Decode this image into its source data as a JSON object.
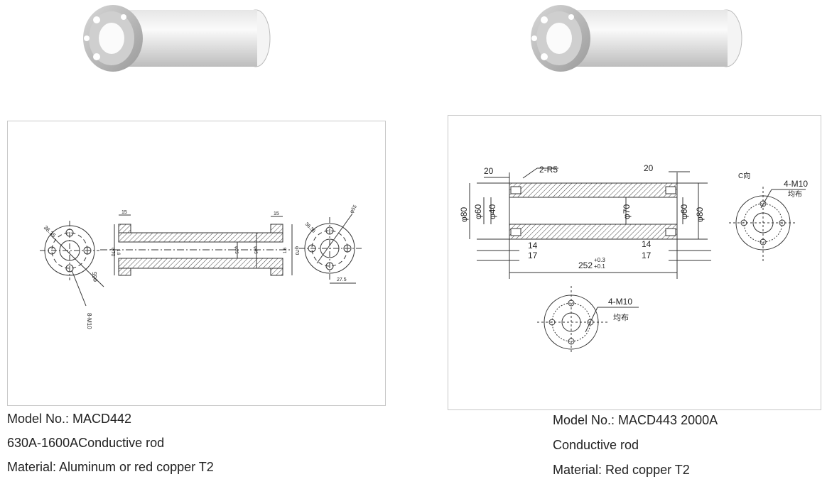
{
  "products": [
    {
      "model_label": "Model No.: MACD442",
      "description": "630A-1600AConductive rod",
      "material": "Material: Aluminum or red copper T2",
      "drawing_labels": {
        "flange_left": "15",
        "flange_right": "15",
        "dia_left": "φ70",
        "dia_inner": "φ25",
        "dia_mid": "φ45",
        "dia_right": "φ70",
        "rough_left": "1.6",
        "rough_right": "1.6",
        "pcd_left": "36.35",
        "pcd_right": "36.35",
        "hole_note": "8-M10",
        "dia_55_left": "φ55",
        "dia_55_right": "φ55",
        "offset": "27.5"
      }
    },
    {
      "model_label": "Model No.: MACD443 2000A",
      "description": "Conductive rod",
      "material": "Material: Red copper T2",
      "drawing_labels": {
        "len_left": "20",
        "radius": "2-R5",
        "len_right": "20",
        "d80_left": "φ80",
        "d60_left": "φ60",
        "d40": "φ40",
        "d70": "φ70",
        "d60_right": "φ60",
        "d80_right": "φ80",
        "d14_left": "14",
        "d17_left": "17",
        "d14_right": "14",
        "d17_right": "17",
        "total_len": "252",
        "tol_upper": "+0.3",
        "tol_lower": "+0.1",
        "view_c": "C向",
        "holes_c": "4-M10",
        "even_c": "均布",
        "holes_b": "4-M10",
        "even_b": "均布"
      }
    }
  ]
}
